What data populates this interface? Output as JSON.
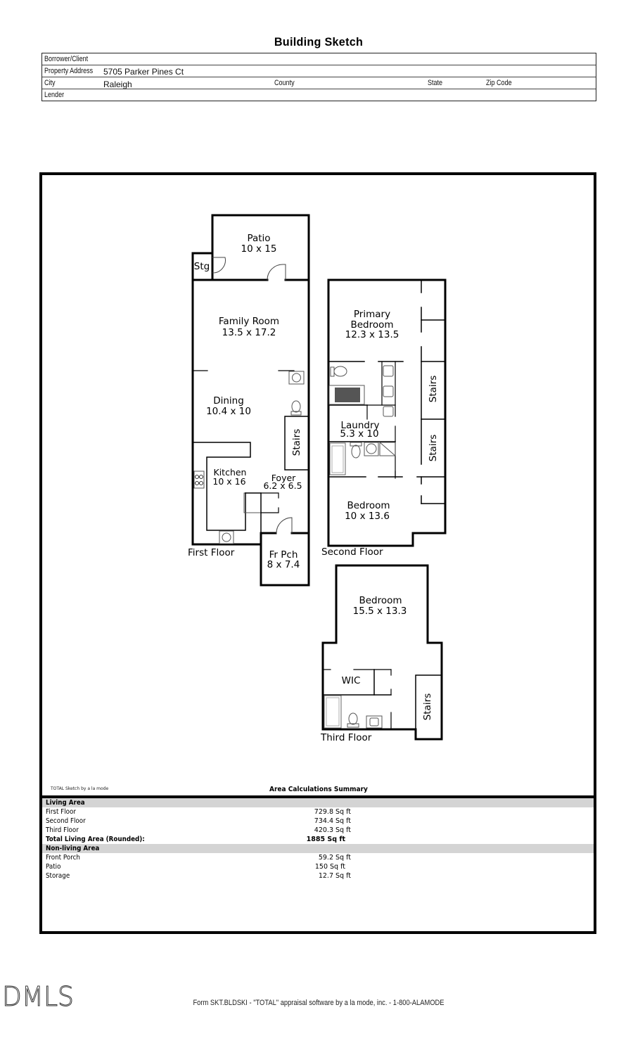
{
  "document": {
    "title": "Building Sketch",
    "footer": "Form SKT.BLDSKI - \"TOTAL\" appraisal software by a la mode, inc. - 1-800-ALAMODE",
    "watermark": "DMLS"
  },
  "info": {
    "borrower_label": "Borrower/Client",
    "borrower_value": "",
    "address_label": "Property Address",
    "address_value": "5705 Parker Pines Ct",
    "city_label": "City",
    "city_value": "Raleigh",
    "county_label": "County",
    "county_value": "",
    "state_label": "State",
    "state_value": "",
    "zip_label": "Zip Code",
    "zip_value": "",
    "lender_label": "Lender",
    "lender_value": ""
  },
  "sketch": {
    "credit": "TOTAL Sketch by a la mode",
    "floors": {
      "first": "First Floor",
      "second": "Second Floor",
      "third": "Third Floor"
    },
    "rooms": {
      "patio": {
        "name": "Patio",
        "dims": "10 x 15"
      },
      "storage": {
        "name": "Stg"
      },
      "family_room": {
        "name": "Family Room",
        "dims": "13.5 x 17.2"
      },
      "dining": {
        "name": "Dining",
        "dims": "10.4 x 10"
      },
      "kitchen": {
        "name": "Kitchen",
        "dims": "10 x 16"
      },
      "foyer": {
        "name": "Foyer",
        "dims": "6.2 x 6.5"
      },
      "front_porch": {
        "name": "Fr Pch",
        "dims": "8 x 7.4"
      },
      "stairs_1": {
        "name": "Stairs"
      },
      "primary_bedroom": {
        "name1": "Primary",
        "name2": "Bedroom",
        "dims": "12.3 x 13.5"
      },
      "laundry": {
        "name": "Laundry",
        "dims": "5.3 x 10"
      },
      "bedroom_2": {
        "name": "Bedroom",
        "dims": "10 x 13.6"
      },
      "stairs_2a": {
        "name": "Stairs"
      },
      "stairs_2b": {
        "name": "Stairs"
      },
      "bedroom_3": {
        "name": "Bedroom",
        "dims": "15.5 x 13.3"
      },
      "wic": {
        "name": "WIC"
      },
      "stairs_3": {
        "name": "Stairs"
      }
    }
  },
  "summary": {
    "title": "Area Calculations Summary",
    "rows": [
      {
        "type": "section",
        "label": "Living Area",
        "value": ""
      },
      {
        "type": "item",
        "label": "First Floor",
        "value": "729.8 Sq ft"
      },
      {
        "type": "item",
        "label": "Second Floor",
        "value": "734.4 Sq ft"
      },
      {
        "type": "item",
        "label": "Third Floor",
        "value": "420.3 Sq ft"
      },
      {
        "type": "total",
        "label": "Total Living Area (Rounded):",
        "value": "1885 Sq ft"
      },
      {
        "type": "section",
        "label": "Non-living Area",
        "value": ""
      },
      {
        "type": "item",
        "label": "Front Porch",
        "value": "59.2 Sq ft"
      },
      {
        "type": "item",
        "label": "Patio",
        "value": "150 Sq ft"
      },
      {
        "type": "item",
        "label": "Storage",
        "value": "12.7 Sq ft"
      }
    ]
  }
}
